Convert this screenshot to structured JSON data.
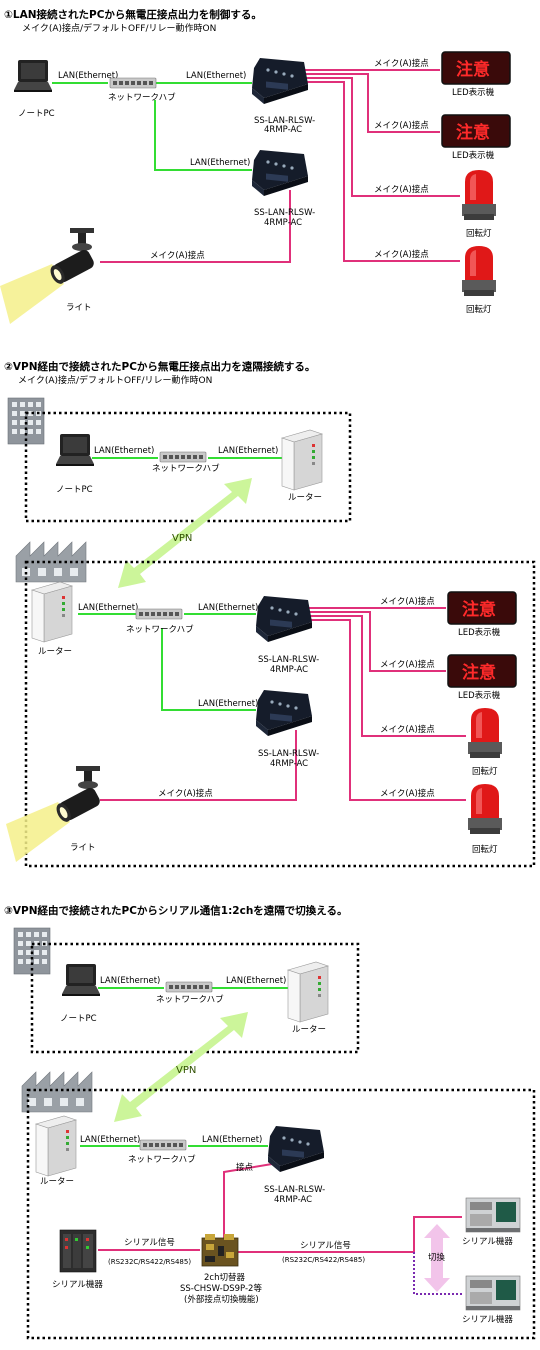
{
  "sections": [
    {
      "title": "①LAN接続されたPCから無電圧接点出力を制御する。",
      "subtitle": "メイク(A)接点/デフォルトOFF/リレー動作時ON",
      "pc": "ノートPC",
      "hub": "ネットワークハブ",
      "lan1": "LAN(Ethernet)",
      "lan2": "LAN(Ethernet)",
      "lan3": "LAN(Ethernet)",
      "dev1": [
        "SS-LAN-RLSW-",
        "4RMP-AC"
      ],
      "dev2": [
        "SS-LAN-RLSW-",
        "4RMP-AC"
      ],
      "contact": "メイク(A)接点",
      "led_text": "注意",
      "led_label": "LED表示機",
      "lamp_label": "回転灯",
      "light_label": "ライト"
    },
    {
      "title": "②VPN経由で接続されたPCから無電圧接点出力を遠隔接続する。",
      "subtitle": "メイク(A)接点/デフォルトOFF/リレー動作時ON",
      "pc": "ノートPC",
      "hub": "ネットワークハブ",
      "lan": "LAN(Ethernet)",
      "router": "ルーター",
      "vpn": "VPN",
      "dev1": [
        "SS-LAN-RLSW-",
        "4RMP-AC"
      ],
      "dev2": [
        "SS-LAN-RLSW-",
        "4RMP-AC"
      ],
      "contact": "メイク(A)接点",
      "led_text": "注意",
      "led_label": "LED表示機",
      "lamp_label": "回転灯",
      "light_label": "ライト"
    },
    {
      "title": "③VPN経由で接続されたPCからシリアル通信1:2chを遠隔で切換える。",
      "pc": "ノートPC",
      "hub": "ネットワークハブ",
      "lan": "LAN(Ethernet)",
      "router": "ルーター",
      "vpn": "VPN",
      "dev1": [
        "SS-LAN-RLSW-",
        "4RMP-AC"
      ],
      "contact": "接点",
      "serial_signal": "シリアル信号",
      "serial_std": "(RS232C/RS422/RS485)",
      "serial_device": "シリアル機器",
      "switcher": [
        "2ch切替器",
        "SS-CHSW-DS9P-2等",
        "(外部接点切換機能)"
      ],
      "switch": "切換"
    }
  ],
  "colors": {
    "lan": "#33dd33",
    "contact": "#e0307a",
    "vpn_arrow": "#ccf59a",
    "led_bg": "#3a0a0a",
    "lamp": "#e01818",
    "switch_arrow": "#f2c4ea"
  }
}
